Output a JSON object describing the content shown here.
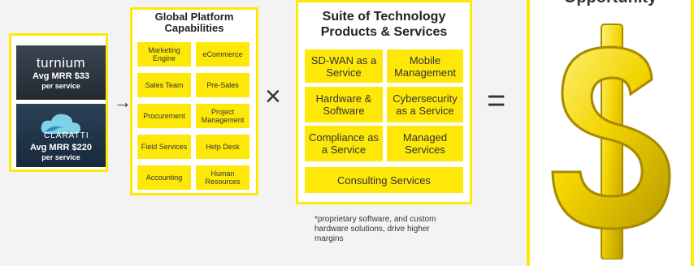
{
  "left": {
    "turnium": {
      "logo": "turnium",
      "mrr_line1": "Avg MRR $33",
      "mrr_line2": "per service"
    },
    "claratti": {
      "logo": "CLARATTI",
      "mrr_line1": "Avg MRR $220",
      "mrr_line2": "per service"
    }
  },
  "operators": {
    "arrow": "→",
    "times": "×",
    "equals": "="
  },
  "global_platform": {
    "title_line1": "Global Platform",
    "title_line2": "Capabilities",
    "cells": [
      "Marketing Engine",
      "eCommerce",
      "Sales Team",
      "Pre-Sales",
      "Procurement",
      "Project Management",
      "Field Services",
      "Help Desk",
      "Accounting",
      "Human Resources"
    ]
  },
  "suite": {
    "title_line1": "Suite of Technology",
    "title_line2": "Products & Services",
    "cells": [
      "SD-WAN as a Service",
      "Mobile Management",
      "Hardware & Software",
      "Cybersecurity as a Service",
      "Compliance as a Service",
      "Managed Services"
    ],
    "wide_cell": "Consulting Services"
  },
  "footnote": "*proprietary software, and custom hardware solutions, drive higher margins",
  "opportunity": {
    "title": "Opportunity"
  },
  "colors": {
    "accent": "#fde80a",
    "dark": "#2f3a47"
  },
  "icons": [
    "cloud-icon",
    "dollar-sign-icon"
  ]
}
